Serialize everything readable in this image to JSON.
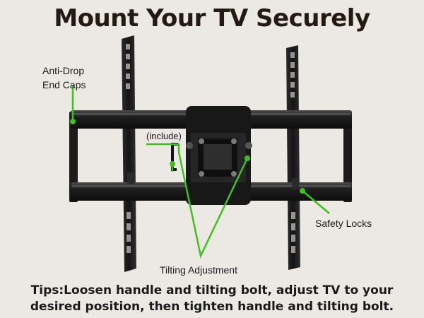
{
  "title": "Mount Your TV Securely",
  "callouts": {
    "anti_drop_line1": "Anti-Drop",
    "anti_drop_line2": "End Caps",
    "include": "(include)",
    "safety_locks": "Safety Locks",
    "tilting_adjustment": "Tilting Adjustment"
  },
  "tips": {
    "line1": "Tips:Loosen handle and tilting bolt, adjust TV to your",
    "line2": "desired position, then tighten handle and tilting bolt."
  },
  "colors": {
    "background": "#ece8e3",
    "callout_line": "#3dc21b",
    "mount_metal": "#1c1c1c"
  }
}
